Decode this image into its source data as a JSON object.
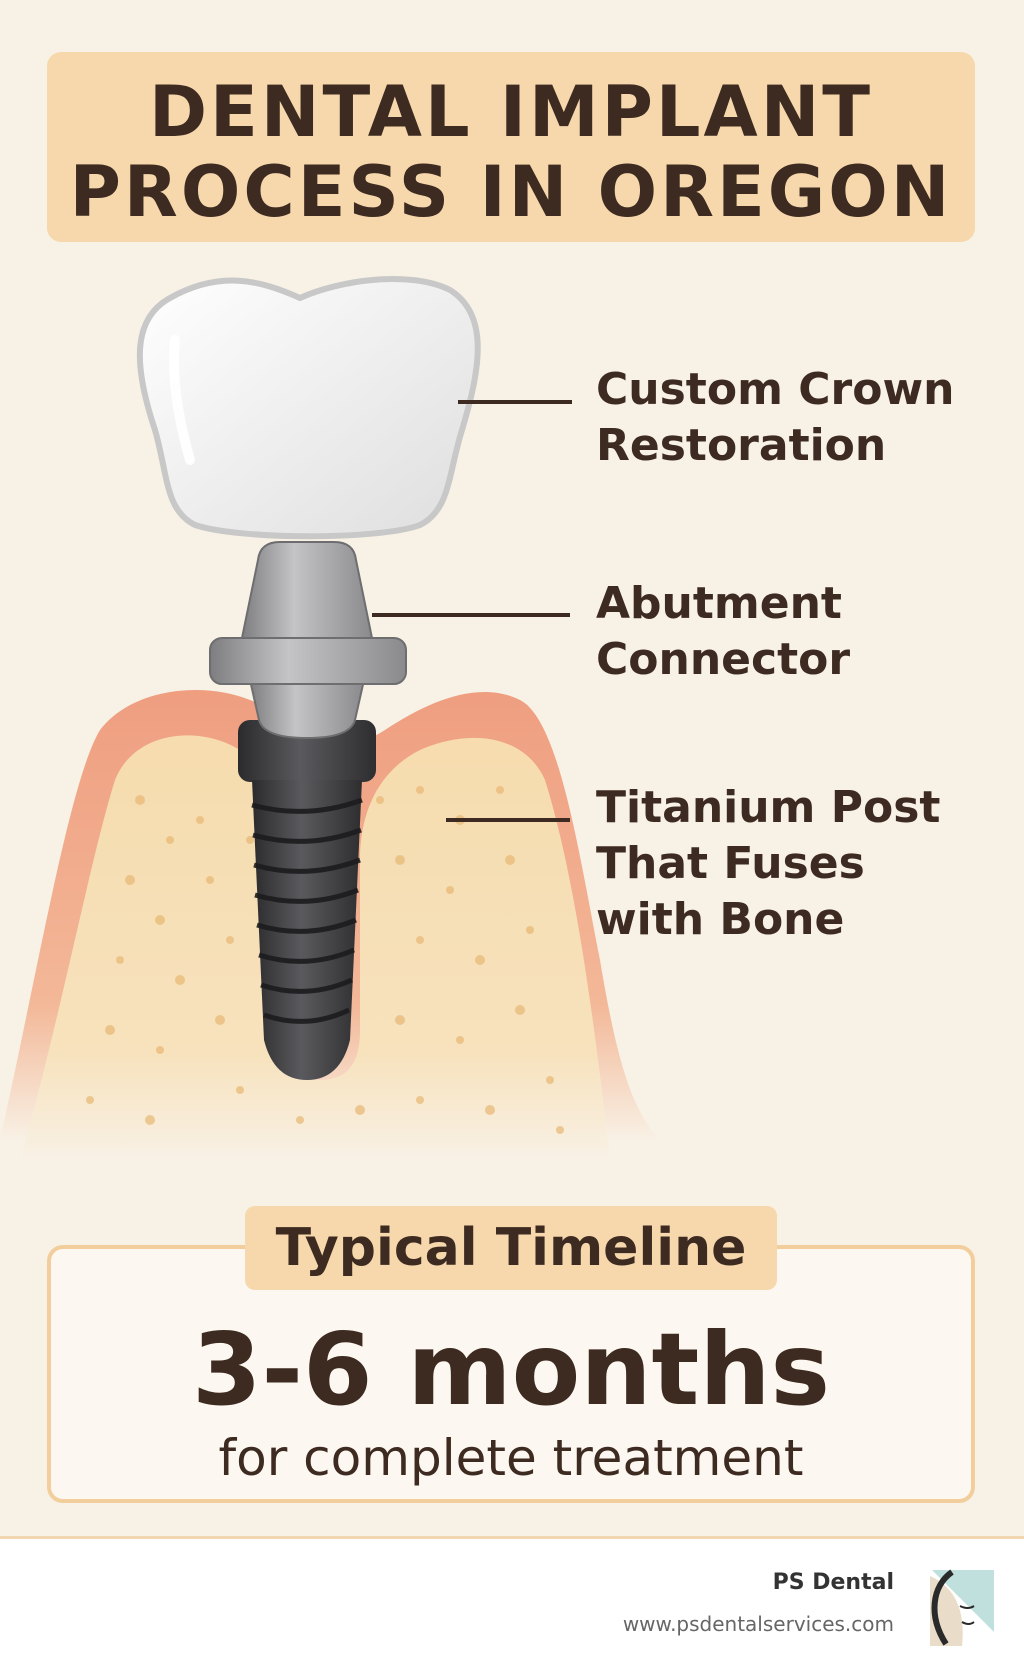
{
  "title": {
    "line1": "DENTAL IMPLANT",
    "line2": "PROCESS IN OREGON"
  },
  "labels": {
    "crown": "Custom Crown\nRestoration",
    "abutment": "Abutment\nConnector",
    "post": "Titanium Post\nThat Fuses\nwith Bone"
  },
  "timeline": {
    "heading": "Typical Timeline",
    "value": "3-6 months",
    "caption": "for complete treatment"
  },
  "footer": {
    "brand": "PS Dental",
    "url": "www.psdentalservices.com"
  },
  "colors": {
    "background": "#f8f1e5",
    "accent": "#f6d8ac",
    "text": "#3d2a20",
    "gum": "#ef9e80",
    "bone": "#f4d9a8"
  }
}
